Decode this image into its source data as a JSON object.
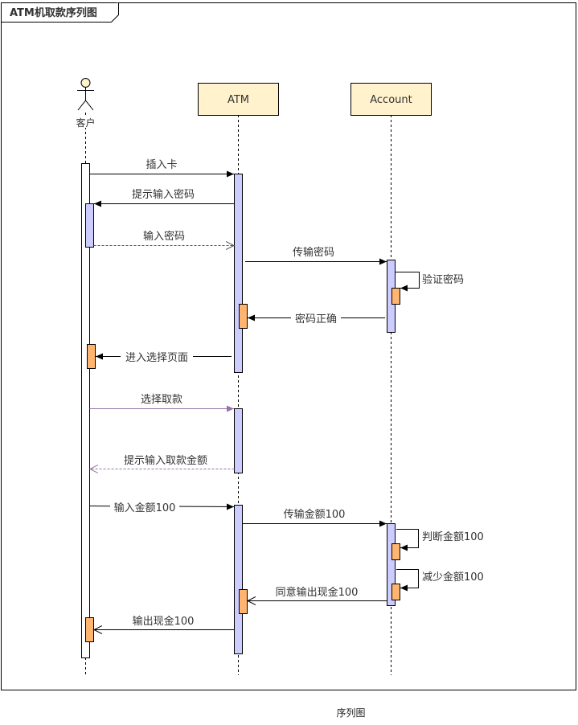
{
  "frame": {
    "title": "ATM机取款序列图"
  },
  "participants": [
    {
      "id": "customer",
      "label": "客户",
      "kind": "actor"
    },
    {
      "id": "atm",
      "label": "ATM",
      "kind": "box"
    },
    {
      "id": "account",
      "label": "Account",
      "kind": "box"
    }
  ],
  "messages": [
    {
      "label": "插入卡",
      "from": "customer",
      "to": "atm",
      "style": "sync",
      "color": "#000000"
    },
    {
      "label": "提示输入密码",
      "from": "atm",
      "to": "customer",
      "style": "sync",
      "color": "#000000"
    },
    {
      "label": "输入密码",
      "from": "customer",
      "to": "atm",
      "style": "return",
      "color": "#555555"
    },
    {
      "label": "传输密码",
      "from": "atm",
      "to": "account",
      "style": "sync",
      "color": "#000000"
    },
    {
      "label": "验证密码",
      "from": "account",
      "to": "account",
      "style": "self",
      "color": "#000000"
    },
    {
      "label": "密码正确",
      "from": "account",
      "to": "atm",
      "style": "sync",
      "color": "#000000"
    },
    {
      "label": "进入选择页面",
      "from": "atm",
      "to": "customer",
      "style": "sync",
      "color": "#000000"
    },
    {
      "label": "选择取款",
      "from": "customer",
      "to": "atm",
      "style": "sync",
      "color": "#9673a6"
    },
    {
      "label": "提示输入取款金额",
      "from": "atm",
      "to": "customer",
      "style": "return",
      "color": "#9673a6"
    },
    {
      "label": "输入金额100",
      "from": "customer",
      "to": "atm",
      "style": "sync",
      "color": "#000000"
    },
    {
      "label": "传输金额100",
      "from": "atm",
      "to": "account",
      "style": "sync",
      "color": "#000000"
    },
    {
      "label": "判断金额100",
      "from": "account",
      "to": "account",
      "style": "self",
      "color": "#000000"
    },
    {
      "label": "减少金额100",
      "from": "account",
      "to": "account",
      "style": "self",
      "color": "#000000"
    },
    {
      "label": "同意输出现金100",
      "from": "account",
      "to": "atm",
      "style": "open",
      "color": "#000000"
    },
    {
      "label": "输出现金100",
      "from": "atm",
      "to": "customer",
      "style": "open",
      "color": "#000000"
    }
  ],
  "colors": {
    "participant_fill": "#fff2cc",
    "activation_fill": "#ccccff",
    "nested_activation_fill": "#ffb570",
    "purple": "#9673a6"
  },
  "caption": "序列图"
}
